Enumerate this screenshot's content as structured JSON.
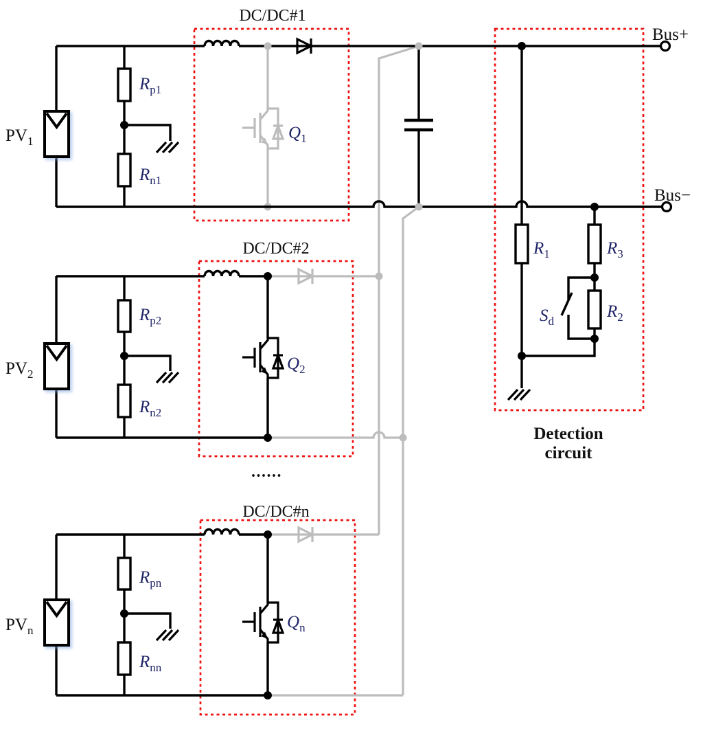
{
  "figure": {
    "type": "pv-string-dcdc-converter-schematic"
  },
  "colors": {
    "wire": "#000000",
    "inactive_wire": "#bcbcbc",
    "box_outline": "#ee1111",
    "label": "#111111",
    "component_label": "#1f2466",
    "background": "#ffffff"
  },
  "bus": {
    "positive_label": "Bus+",
    "negative_label": "Bus−"
  },
  "converters": [
    {
      "title": "DC/DC#1",
      "pv_label": {
        "base": "PV",
        "sub": "1"
      },
      "rp_label": {
        "base": "R",
        "sub": "p1"
      },
      "rn_label": {
        "base": "R",
        "sub": "n1"
      },
      "q_label": {
        "base": "Q",
        "sub": "1"
      },
      "igbt_state": "inactive",
      "output_diode_state": "active"
    },
    {
      "title": "DC/DC#2",
      "pv_label": {
        "base": "PV",
        "sub": "2"
      },
      "rp_label": {
        "base": "R",
        "sub": "p2"
      },
      "rn_label": {
        "base": "R",
        "sub": "n2"
      },
      "q_label": {
        "base": "Q",
        "sub": "2"
      },
      "igbt_state": "active",
      "output_diode_state": "inactive"
    },
    {
      "title": "DC/DC#n",
      "pv_label": {
        "base": "PV",
        "sub": "n"
      },
      "rp_label": {
        "base": "R",
        "sub": "pn"
      },
      "rn_label": {
        "base": "R",
        "sub": "nn"
      },
      "q_label": {
        "base": "Q",
        "sub": "n"
      },
      "igbt_state": "active",
      "output_diode_state": "inactive"
    }
  ],
  "ellipsis": "......",
  "detection_circuit": {
    "title_line1": "Detection",
    "title_line2": "circuit",
    "r1_label": {
      "base": "R",
      "sub": "1"
    },
    "r3_label": {
      "base": "R",
      "sub": "3"
    },
    "r2_label": {
      "base": "R",
      "sub": "2"
    },
    "switch_label": {
      "base": "S",
      "sub": "d"
    }
  }
}
